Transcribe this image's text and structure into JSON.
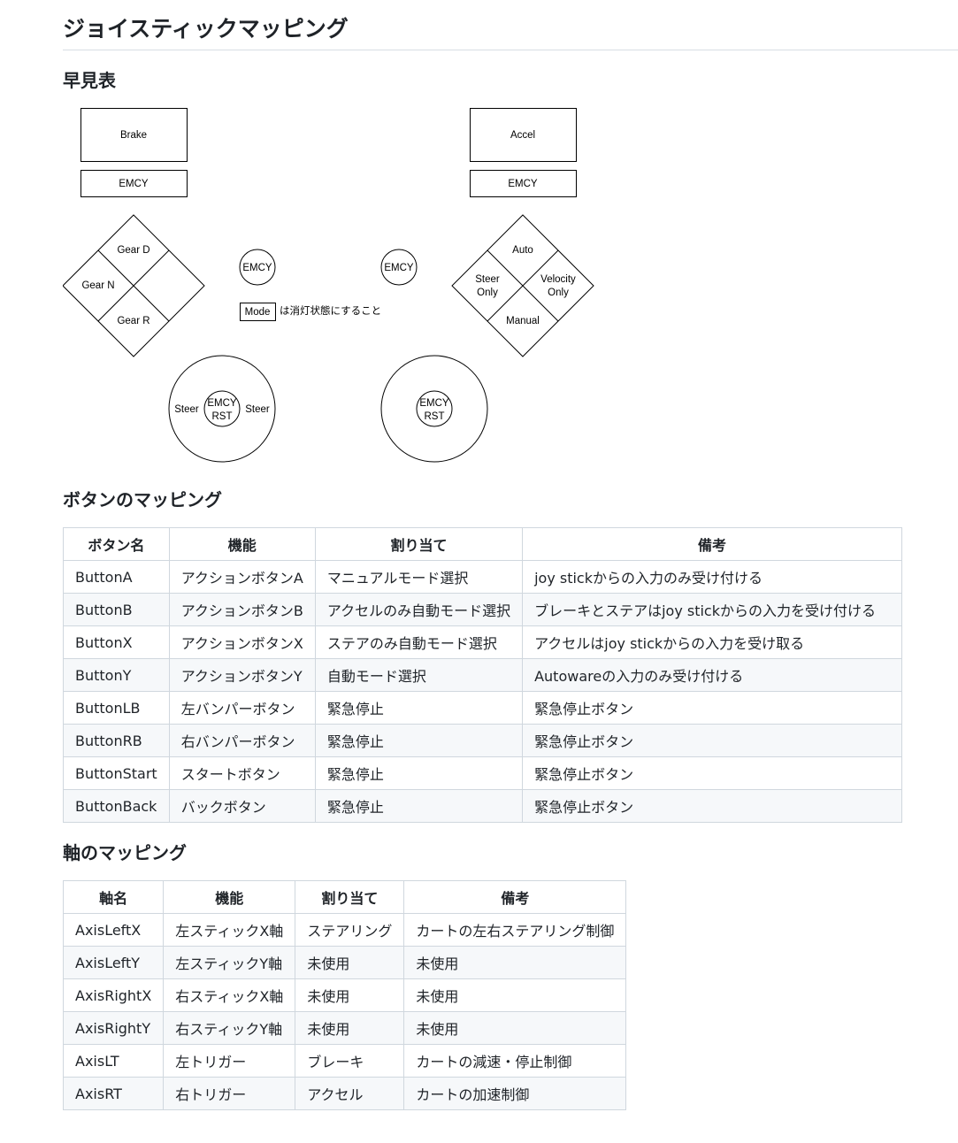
{
  "title": "ジョイスティックマッピング",
  "sections": {
    "overview": "早見表",
    "buttons": "ボタンのマッピング",
    "axes": "軸のマッピング"
  },
  "diagram": {
    "left_trigger": "Brake",
    "left_bumper": "EMCY",
    "right_trigger": "Accel",
    "right_bumper": "EMCY",
    "dpad": {
      "up": "Gear D",
      "left": "Gear N",
      "down": "Gear R"
    },
    "face": {
      "top": "Auto",
      "left_1": "Steer",
      "left_2": "Only",
      "right_1": "Velocity",
      "right_2": "Only",
      "bottom": "Manual"
    },
    "back": "EMCY",
    "start": "EMCY",
    "mode_label": "Mode",
    "mode_note": "は消灯状態にすること",
    "left_stick": {
      "left": "Steer",
      "right": "Steer",
      "center_1": "EMCY",
      "center_2": "RST"
    },
    "right_stick": {
      "center_1": "EMCY",
      "center_2": "RST"
    }
  },
  "button_table": {
    "headers": [
      "ボタン名",
      "機能",
      "割り当て",
      "備考"
    ],
    "rows": [
      [
        "ButtonA",
        "アクションボタンA",
        "マニュアルモード選択",
        "joy stickからの入力のみ受け付ける"
      ],
      [
        "ButtonB",
        "アクションボタンB",
        "アクセルのみ自動モード選択",
        "ブレーキとステアはjoy stickからの入力を受け付ける"
      ],
      [
        "ButtonX",
        "アクションボタンX",
        "ステアのみ自動モード選択",
        "アクセルはjoy stickからの入力を受け取る"
      ],
      [
        "ButtonY",
        "アクションボタンY",
        "自動モード選択",
        "Autowareの入力のみ受け付ける"
      ],
      [
        "ButtonLB",
        "左バンパーボタン",
        "緊急停止",
        "緊急停止ボタン"
      ],
      [
        "ButtonRB",
        "右バンパーボタン",
        "緊急停止",
        "緊急停止ボタン"
      ],
      [
        "ButtonStart",
        "スタートボタン",
        "緊急停止",
        "緊急停止ボタン"
      ],
      [
        "ButtonBack",
        "バックボタン",
        "緊急停止",
        "緊急停止ボタン"
      ]
    ]
  },
  "axis_table": {
    "headers": [
      "軸名",
      "機能",
      "割り当て",
      "備考"
    ],
    "rows": [
      [
        "AxisLeftX",
        "左スティックX軸",
        "ステアリング",
        "カートの左右ステアリング制御"
      ],
      [
        "AxisLeftY",
        "左スティックY軸",
        "未使用",
        "未使用"
      ],
      [
        "AxisRightX",
        "右スティックX軸",
        "未使用",
        "未使用"
      ],
      [
        "AxisRightY",
        "右スティックY軸",
        "未使用",
        "未使用"
      ],
      [
        "AxisLT",
        "左トリガー",
        "ブレーキ",
        "カートの減速・停止制御"
      ],
      [
        "AxisRT",
        "右トリガー",
        "アクセル",
        "カートの加速制御"
      ]
    ]
  }
}
